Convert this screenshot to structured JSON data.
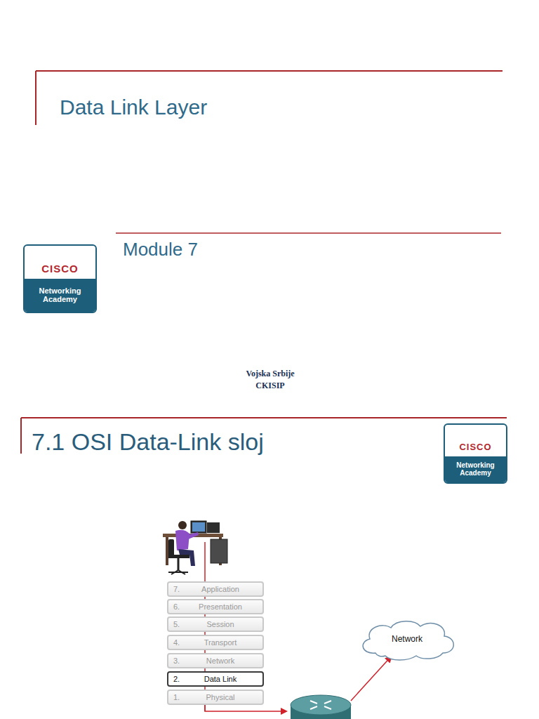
{
  "diagram": {
    "title": "Data Link Layer",
    "nodes": [
      {
        "text": [
          "CISCO",
          "Networking Academy"
        ]
      },
      {
        "text": [
          "CISCO",
          "Networking Academy"
        ]
      },
      {
        "text": [
          "7.",
          "Application"
        ]
      },
      {
        "text": [
          "6.",
          "Presentation"
        ]
      },
      {
        "text": [
          "5.",
          "Session"
        ]
      },
      {
        "text": [
          "4.",
          "Transport"
        ]
      },
      {
        "text": [
          "3.",
          "Network"
        ]
      },
      {
        "text": [
          "2.",
          "Data Link"
        ]
      },
      {
        "text": [
          "1.",
          "Physical"
        ]
      },
      {
        "text": [
          "Network"
        ]
      }
    ],
    "edges": [
      {
        "from": 8,
        "to": 9,
        "arrow": "to"
      }
    ],
    "labels": [
      "Module 7",
      "Vojska Srbije",
      "CKISIP",
      "7.1 OSI Data-Link sloj"
    ]
  }
}
